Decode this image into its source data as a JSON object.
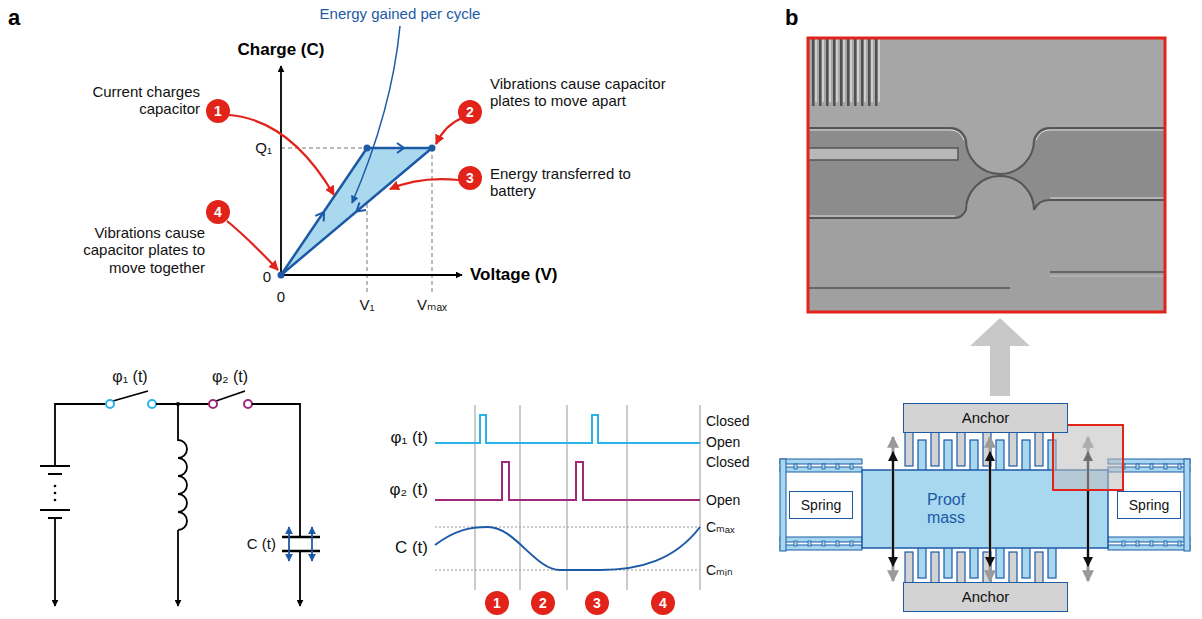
{
  "diagram": {
    "nodes": [
      {
        "text": [
          "1"
        ]
      },
      {
        "text": [
          "2"
        ]
      },
      {
        "text": [
          "3"
        ]
      },
      {
        "text": [
          "4"
        ]
      },
      {
        "text": [
          "1"
        ]
      },
      {
        "text": [
          "2"
        ]
      },
      {
        "text": [
          "3"
        ]
      },
      {
        "text": [
          "4"
        ]
      },
      {
        "text": [
          "Anchor"
        ]
      },
      {
        "text": [
          "Spring"
        ]
      },
      {
        "text": [
          "Proof mass"
        ]
      },
      {
        "text": [
          "Spring"
        ]
      },
      {
        "text": [
          "Anchor"
        ]
      }
    ],
    "labels": [
      "a",
      "Energy gained per cycle",
      "Charge (C)",
      "Q₁",
      "0",
      "Voltage (V)",
      "0",
      "V₁",
      "Vₘₐₓ",
      "Current charges capacitor",
      "Vibrations cause capacitor plates to move apart",
      "Energy transferred to battery",
      "Vibrations cause capacitor plates to move together",
      "φ₁ (t)",
      "φ₂ (t)",
      "C (t)",
      "φ₁ (t)",
      "φ₂ (t)",
      "C (t)",
      "Closed",
      "Open",
      "Closed",
      "Open",
      "Cₘₐₓ",
      "Cₘᵢₙ",
      "b"
    ]
  }
}
